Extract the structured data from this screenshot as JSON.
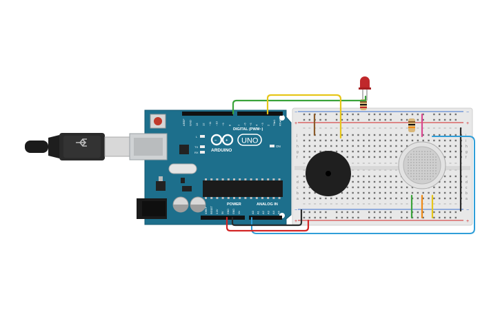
{
  "arduino": {
    "logo_text": "UNO",
    "brand_text": "ARDUINO",
    "digital_header": "DIGITAL (PWM~)",
    "power_header": "POWER",
    "analog_header": "ANALOG IN",
    "led_on_label": "ON",
    "led_labels": [
      "L",
      "TX",
      "RX"
    ],
    "digital_pins_top": [
      "AREF",
      "GND",
      "13",
      "12",
      "~11",
      "~10",
      "~9",
      "8"
    ],
    "digital_pins_bottom": [
      "7",
      "~6",
      "~5",
      "4",
      "~3",
      "2",
      "TX▸1",
      "RX◂0"
    ],
    "power_pins": [
      "IOREF",
      "RESET",
      "3.3V",
      "5V",
      "GND",
      "GND",
      "Vin"
    ],
    "analog_pins": [
      "A0",
      "A1",
      "A2",
      "A3",
      "A4",
      "A5"
    ]
  },
  "breadboard": {
    "row_letters_top": [
      "j",
      "i",
      "h",
      "g",
      "f"
    ],
    "row_letters_bottom": [
      "e",
      "d",
      "c",
      "b",
      "a"
    ],
    "rail_plus": "+",
    "rail_minus": "−"
  },
  "colors": {
    "arduino_board": "#1d6f8c",
    "breadboard": "#e8e8e8",
    "wire_green": "#3aa33a",
    "wire_yellow": "#e6c619",
    "wire_red": "#d22424",
    "wire_black": "#2a2a2a",
    "wire_blue": "#2f9ed8",
    "wire_orange": "#ef8a17",
    "wire_pink": "#d9468f",
    "wire_brown": "#8b5a2b",
    "led_red": "#c0282b",
    "buzzer": "#222222",
    "gas_sensor": "#c9c9c9"
  },
  "components": [
    "usb-cable",
    "arduino-uno",
    "breadboard",
    "led",
    "resistor",
    "piezo-buzzer",
    "gas-sensor"
  ]
}
